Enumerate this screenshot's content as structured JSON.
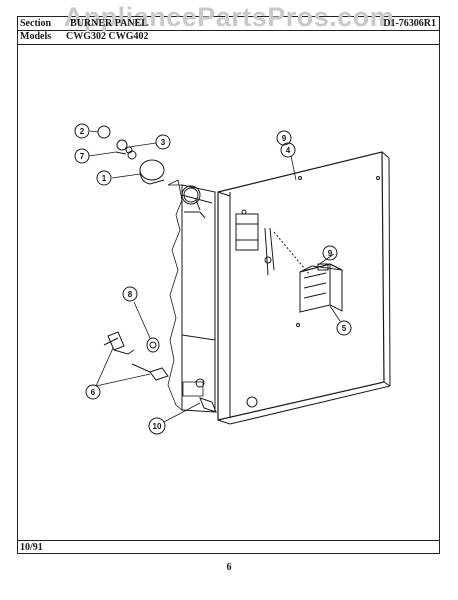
{
  "watermark": "AppliancePartsPros.com",
  "header": {
    "section_label": "Section",
    "section_value": "BURNER PANEL",
    "doc_id": "D1-76306R1",
    "models_label": "Models",
    "models_value": "CWG302 CWG402"
  },
  "footer": {
    "date": "10/91",
    "page": "6"
  },
  "callouts": [
    "1",
    "2",
    "3",
    "4",
    "5",
    "6",
    "7",
    "8",
    "9",
    "9",
    "10"
  ]
}
